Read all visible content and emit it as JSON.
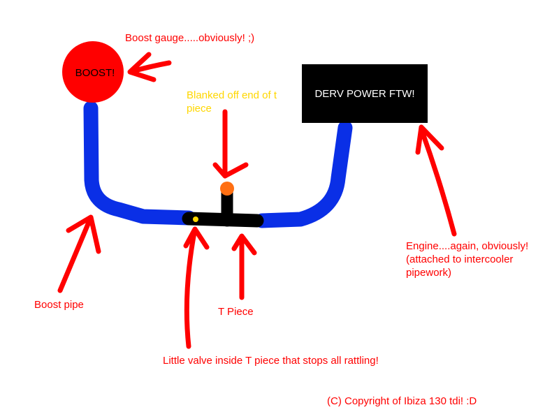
{
  "colors": {
    "red": "#ff0000",
    "blue": "#0a2fe6",
    "black": "#000000",
    "orange": "#ff6f12",
    "yellow": "#ffd700",
    "white": "#ffffff"
  },
  "gauge": {
    "text": "BOOST!"
  },
  "engine": {
    "text": "DERV POWER FTW!"
  },
  "labels": {
    "boost_gauge": "Boost gauge.....obviously! ;)",
    "blanked_off": "Blanked off end of t\npiece",
    "engine": "Engine....again, obviously!\n(attached to intercooler\npipework)",
    "boost_pipe": "Boost pipe",
    "t_piece": "T Piece",
    "valve": "Little valve inside T piece that stops all rattling!",
    "copyright": "(C) Copyright of Ibiza 130 tdi! :D"
  }
}
